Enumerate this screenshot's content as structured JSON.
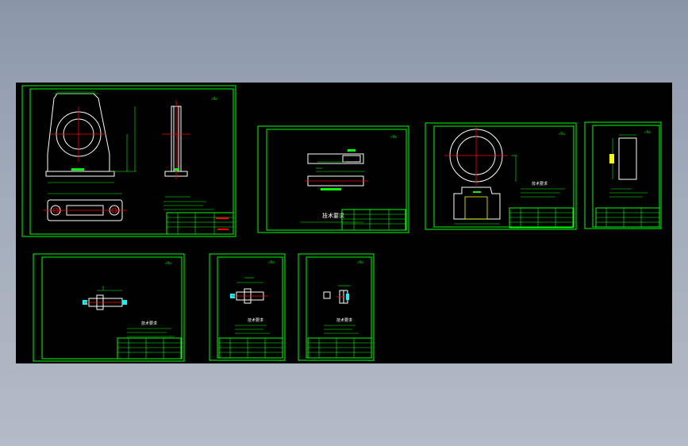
{
  "viewer": {
    "background_color": "#000000",
    "line_color": "#00ff00",
    "outline_color": "#ffffff",
    "center_line_color": "#ff0000",
    "accent_text_color": "#ffff00"
  },
  "sheets": [
    {
      "id": "sheet-1",
      "has_notes_heading": true
    },
    {
      "id": "sheet-2",
      "notes_heading": "技术要求"
    },
    {
      "id": "sheet-3",
      "notes_heading": "技术要求"
    },
    {
      "id": "sheet-4"
    },
    {
      "id": "sheet-5",
      "notes_heading": "技术要求"
    },
    {
      "id": "sheet-6",
      "notes_heading": "技术要求"
    },
    {
      "id": "sheet-7",
      "notes_heading": "技术要求"
    }
  ],
  "notes": {
    "sheet2_heading": "技术要求",
    "sheet3_heading": "技术要求",
    "sheet5_heading": "技术要求",
    "sheet6_heading": "技术要求",
    "sheet7_heading": "技术要求"
  }
}
